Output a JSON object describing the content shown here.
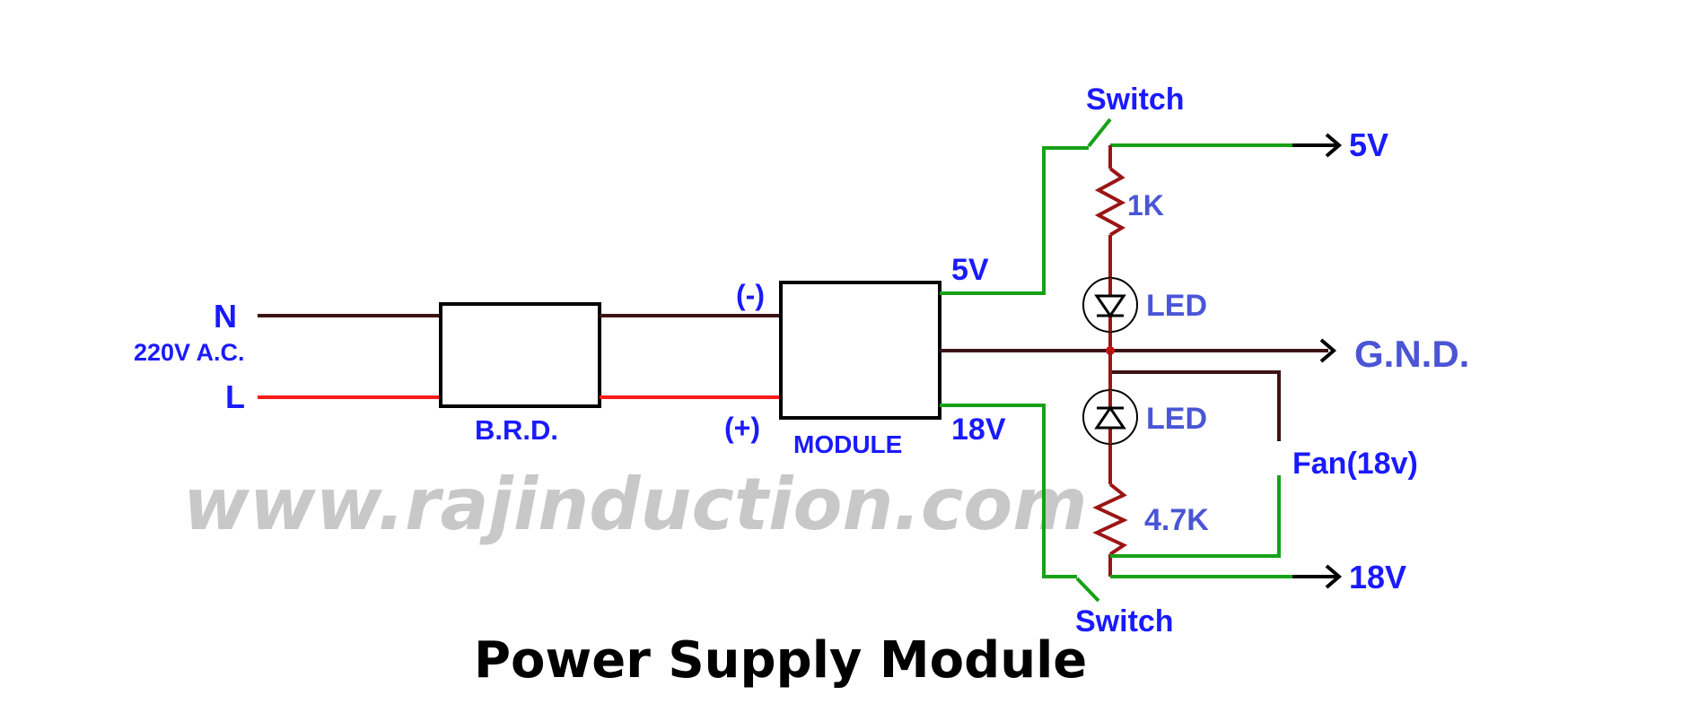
{
  "diagram": {
    "title": "Power Supply Module",
    "watermark": "www.rajinduction.com",
    "input": {
      "n_label": "N",
      "voltage_label": "220V A.C.",
      "l_label": "L"
    },
    "blocks": {
      "brd_label": "B.R.D.",
      "module_label": "MODULE"
    },
    "module_terminals": {
      "minus_label": "(-)",
      "plus_label": "(+)",
      "out_5v_label": "5V",
      "out_18v_label": "18V"
    },
    "components": {
      "switch_top_label": "Switch",
      "switch_bottom_label": "Switch",
      "resistor_top_label": "1K",
      "resistor_bottom_label": "4.7K",
      "led_top_label": "LED",
      "led_bottom_label": "LED",
      "fan_label": "Fan(18v)"
    },
    "outputs": {
      "out_5v": "5V",
      "gnd": "G.N.D.",
      "out_18v": "18V"
    }
  },
  "colors": {
    "wire_dark": "#3d1414",
    "wire_red": "#ff1a1a",
    "wire_green": "#17a117",
    "resistor": "#9b1515",
    "label_blue": "#1a1aff",
    "label_soft_blue": "#4a55d6",
    "watermark": "#c8c8c8",
    "title": "#000000"
  }
}
